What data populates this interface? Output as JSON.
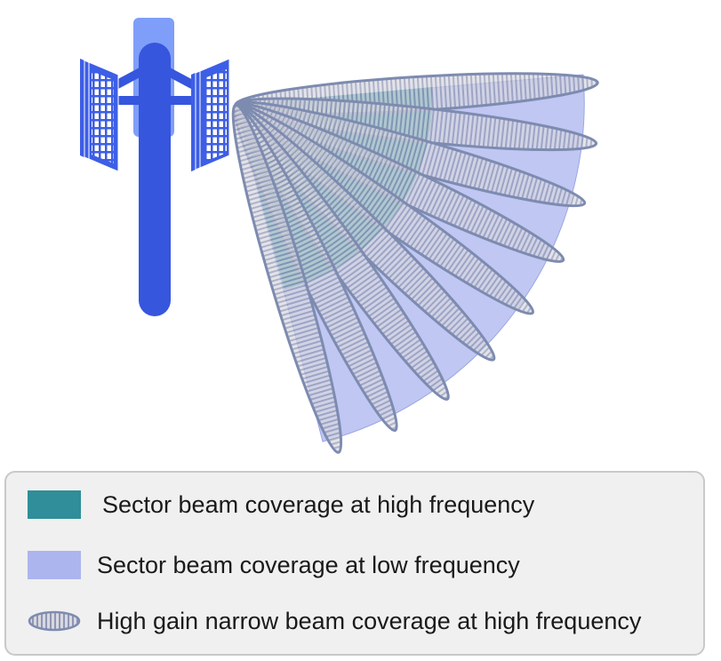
{
  "colors": {
    "tower": "#3656de",
    "tower_back_panel": "#7f9ef9",
    "panel": "#3d5ee6",
    "panel_grid": "#ffffff",
    "high_freq_sector": "#2f8e99",
    "low_freq_sector": "#adb5ee",
    "beam_fill": "#d8d8e0",
    "beam_stripe": "#8f96b4",
    "beam_outline": "#7d8bb0",
    "legend_background": "#f0f0f0",
    "legend_border": "#c9c9c9"
  },
  "icons": {
    "tower": "cell-tower-icon",
    "antenna": "antenna-panel-icon"
  },
  "diagram": {
    "beam_count": 9
  },
  "legend": {
    "items": [
      {
        "label": "Sector beam coverage at high frequency",
        "swatch": "teal-rectangle"
      },
      {
        "label": "Sector beam coverage at low frequency",
        "swatch": "light-blue-rectangle"
      },
      {
        "label": "High gain narrow beam coverage at high frequency",
        "swatch": "striped-ellipse"
      }
    ]
  }
}
